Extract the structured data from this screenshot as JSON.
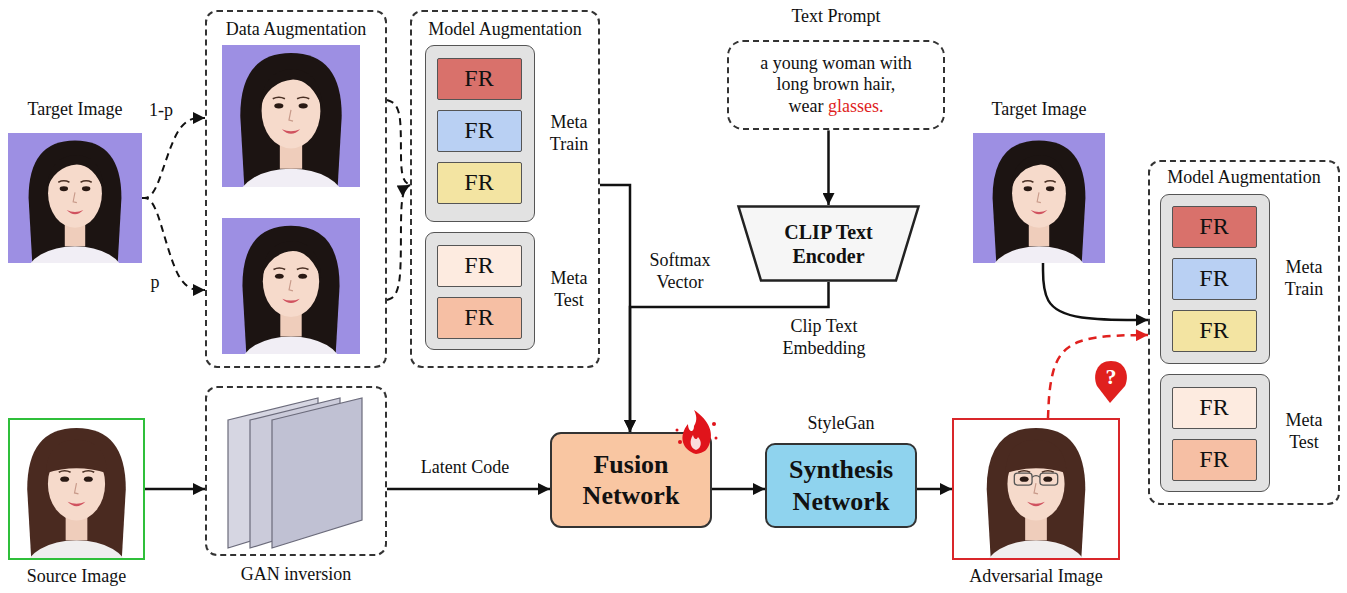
{
  "diagram": {
    "nodes": [
      {
        "text": [
          "Target Image"
        ]
      },
      {
        "text": [
          "Data Augmentation"
        ]
      },
      {
        "text": [
          "Model Augmentation"
        ]
      },
      {
        "text": [
          "Meta Train"
        ],
        "in": 2
      },
      {
        "text": [
          "FR"
        ],
        "in": 3
      },
      {
        "text": [
          "FR"
        ],
        "in": 3
      },
      {
        "text": [
          "FR"
        ],
        "in": 3
      },
      {
        "text": [
          "Meta Test"
        ],
        "in": 2
      },
      {
        "text": [
          "FR"
        ],
        "in": 7
      },
      {
        "text": [
          "FR"
        ],
        "in": 7
      },
      {
        "text": [
          "Text Prompt",
          "a young woman with long brown hair, wear glasses."
        ]
      },
      {
        "text": [
          "CLIP Text Encoder"
        ]
      },
      {
        "text": [
          "Source Image"
        ]
      },
      {
        "text": [
          "GAN inversion"
        ]
      },
      {
        "text": [
          "Fusion Network"
        ]
      },
      {
        "text": [
          "StyleGan",
          "Synthesis Network"
        ]
      },
      {
        "text": [
          "Adversarial Image"
        ]
      },
      {
        "text": [
          "Target Image"
        ]
      },
      {
        "text": [
          "Model Augmentation"
        ]
      },
      {
        "text": [
          "Meta Train"
        ],
        "in": 18
      },
      {
        "text": [
          "FR"
        ],
        "in": 19
      },
      {
        "text": [
          "FR"
        ],
        "in": 19
      },
      {
        "text": [
          "FR"
        ],
        "in": 19
      },
      {
        "text": [
          "Meta Test"
        ],
        "in": 18
      },
      {
        "text": [
          "FR"
        ],
        "in": 23
      },
      {
        "text": [
          "FR"
        ],
        "in": 23
      }
    ],
    "edges": [
      {
        "from": 0,
        "to": 1,
        "arrow": "to",
        "label": "1-p"
      },
      {
        "from": 0,
        "to": 1,
        "arrow": "to",
        "label": "p"
      },
      {
        "from": 1,
        "to": 2,
        "arrow": "to"
      },
      {
        "from": 2,
        "to": 14,
        "arrow": "to",
        "label": "Softmax Vector"
      },
      {
        "from": 10,
        "to": 11,
        "arrow": "to"
      },
      {
        "from": 11,
        "to": 14,
        "arrow": "to",
        "label": "Clip Text Embedding"
      },
      {
        "from": 12,
        "to": 13,
        "arrow": "to"
      },
      {
        "from": 13,
        "to": 14,
        "arrow": "to",
        "label": "Latent Code"
      },
      {
        "from": 14,
        "to": 15,
        "arrow": "to"
      },
      {
        "from": 15,
        "to": 16,
        "arrow": "to"
      },
      {
        "from": 16,
        "to": 18,
        "arrow": "to"
      },
      {
        "from": 17,
        "to": 18,
        "arrow": "to"
      }
    ],
    "labels": [
      "?"
    ]
  }
}
